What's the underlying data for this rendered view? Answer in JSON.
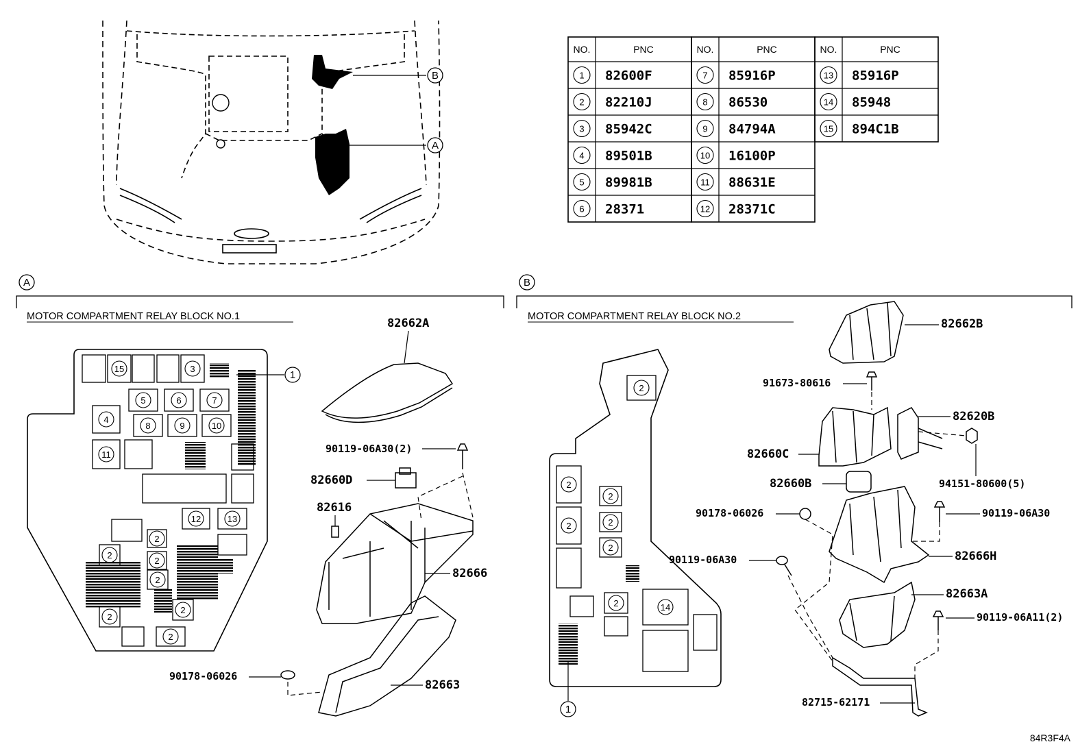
{
  "table": {
    "header_no": "NO.",
    "header_pnc": "PNC",
    "columns": [
      [
        {
          "no": "1",
          "pnc": "82600F"
        },
        {
          "no": "2",
          "pnc": "82210J"
        },
        {
          "no": "3",
          "pnc": "85942C"
        },
        {
          "no": "4",
          "pnc": "89501B"
        },
        {
          "no": "5",
          "pnc": "89981B"
        },
        {
          "no": "6",
          "pnc": "28371"
        }
      ],
      [
        {
          "no": "7",
          "pnc": "85916P"
        },
        {
          "no": "8",
          "pnc": "86530"
        },
        {
          "no": "9",
          "pnc": "84794A"
        },
        {
          "no": "10",
          "pnc": "16100P"
        },
        {
          "no": "11",
          "pnc": "88631E"
        },
        {
          "no": "12",
          "pnc": "28371C"
        }
      ],
      [
        {
          "no": "13",
          "pnc": "85916P"
        },
        {
          "no": "14",
          "pnc": "85948"
        },
        {
          "no": "15",
          "pnc": "894C1B"
        }
      ]
    ]
  },
  "overview": {
    "marker_a": "A",
    "marker_b": "B"
  },
  "section_a": {
    "marker": "A",
    "title": "MOTOR COMPARTMENT RELAY BLOCK NO.1",
    "callout": "1",
    "slots": [
      "15",
      "3",
      "5",
      "6",
      "7",
      "4",
      "8",
      "9",
      "10",
      "11",
      "12",
      "13",
      "2",
      "2",
      "2",
      "2",
      "2",
      "2",
      "2",
      "2"
    ],
    "parts": {
      "cover": "82662A",
      "bolt": "90119-06A30(2)",
      "fuse_d": "82660D",
      "clip": "82616",
      "block": "82666",
      "nut": "90178-06026",
      "bracket": "82663"
    }
  },
  "section_b": {
    "marker": "B",
    "title": "MOTOR COMPARTMENT RELAY BLOCK NO.2",
    "callout": "1",
    "slots": [
      "2",
      "2",
      "2",
      "2",
      "2",
      "2",
      "2",
      "14"
    ],
    "parts": {
      "cover": "82662B",
      "screw": "91673-80616",
      "relay_b": "82620B",
      "holder_c": "82660C",
      "nut_5": "94151-80600(5)",
      "holder_b": "82660B",
      "nut": "90178-06026",
      "bolt_1": "90119-06A30",
      "bolt_2": "90119-06A30",
      "block": "82666H",
      "bracket": "82663A",
      "bolt_3": "90119-06A11(2)",
      "stay": "82715-62171"
    }
  },
  "figure_id": "84R3F4A"
}
